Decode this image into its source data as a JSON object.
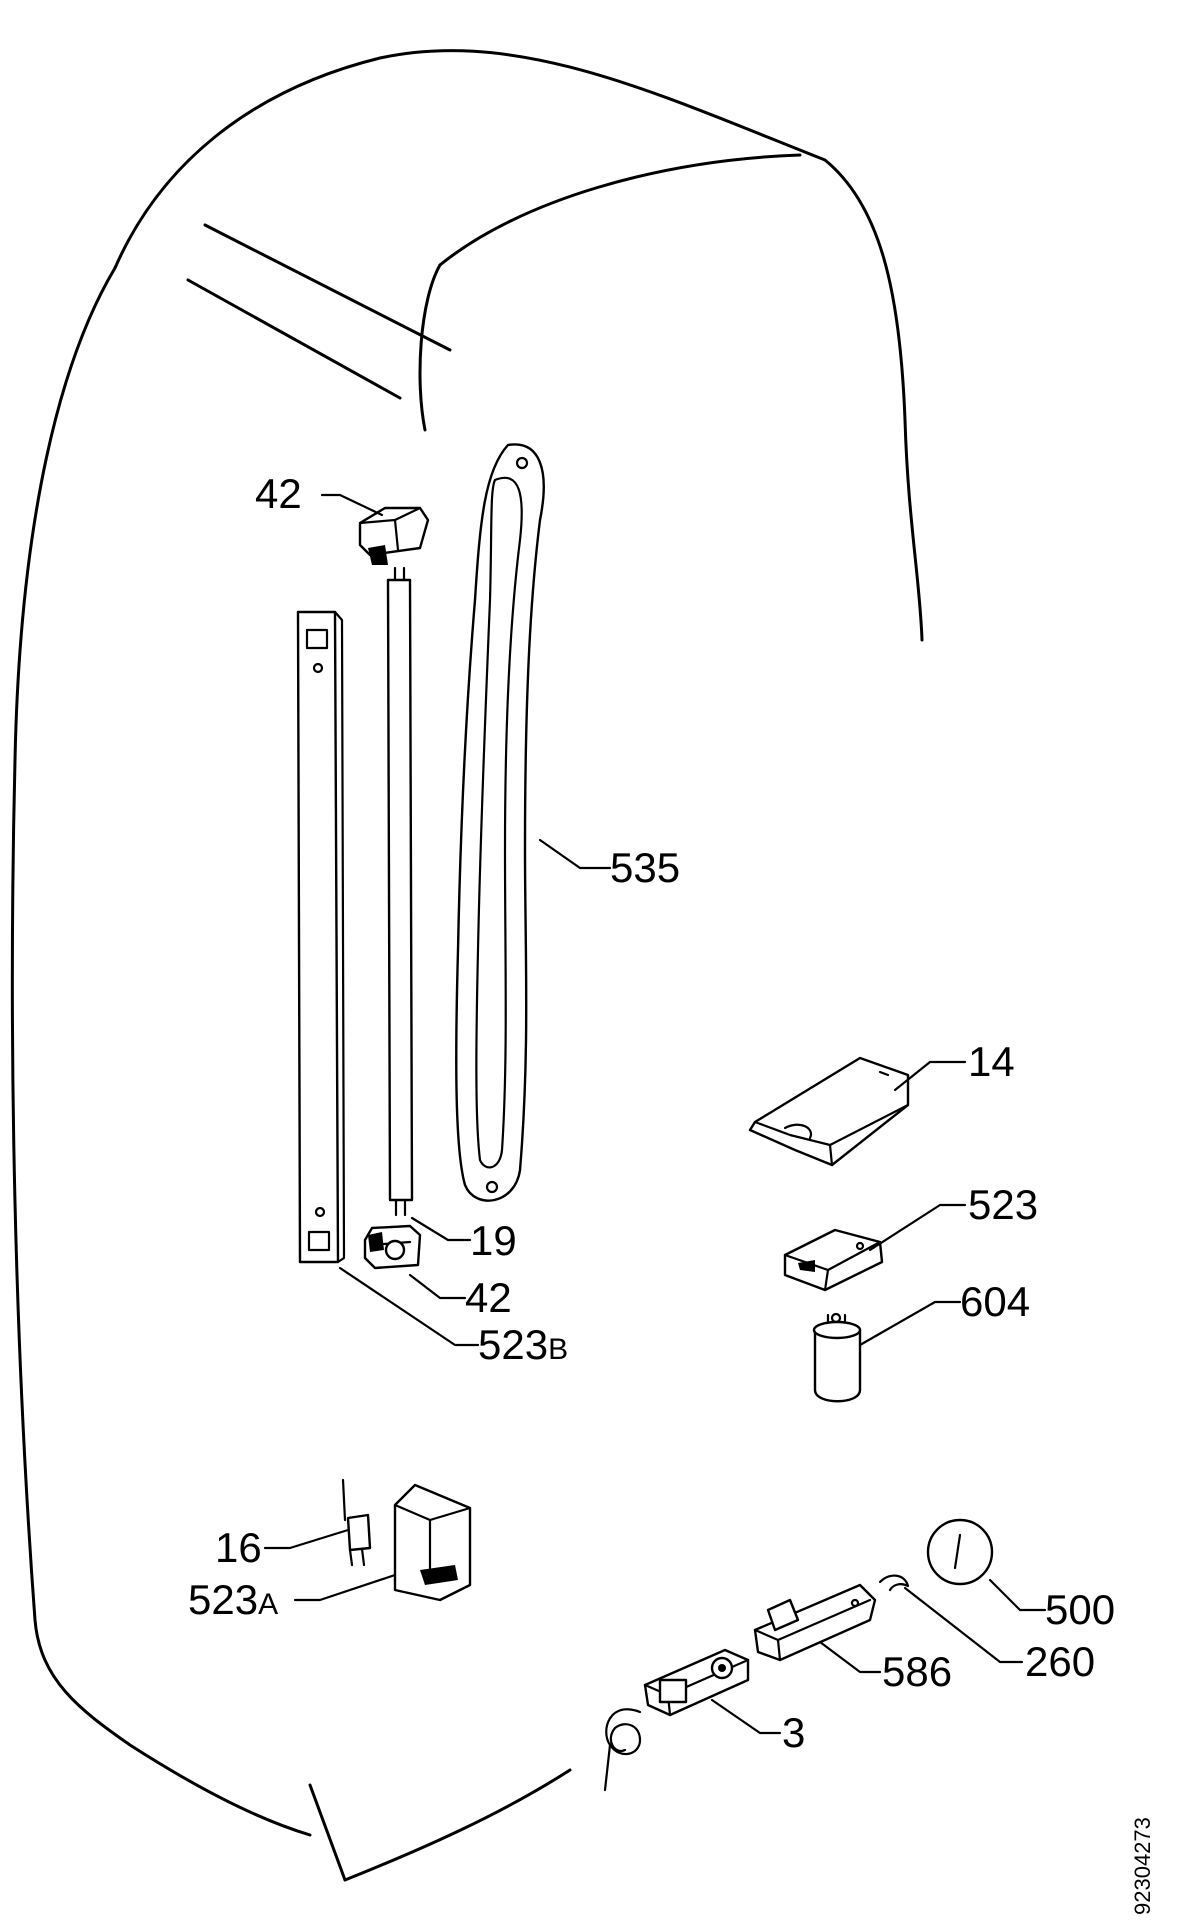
{
  "document_number": "92304273",
  "callouts": [
    {
      "id": "42-top",
      "text": "42",
      "suffix": ""
    },
    {
      "id": "535",
      "text": "535",
      "suffix": ""
    },
    {
      "id": "14",
      "text": "14",
      "suffix": ""
    },
    {
      "id": "523",
      "text": "523",
      "suffix": ""
    },
    {
      "id": "19",
      "text": "19",
      "suffix": ""
    },
    {
      "id": "42-bottom",
      "text": "42",
      "suffix": ""
    },
    {
      "id": "523B",
      "text": "523",
      "suffix": "B"
    },
    {
      "id": "604",
      "text": "604",
      "suffix": ""
    },
    {
      "id": "16",
      "text": "16",
      "suffix": ""
    },
    {
      "id": "523A",
      "text": "523",
      "suffix": "A"
    },
    {
      "id": "500",
      "text": "500",
      "suffix": ""
    },
    {
      "id": "260",
      "text": "260",
      "suffix": ""
    },
    {
      "id": "586",
      "text": "586",
      "suffix": ""
    },
    {
      "id": "3",
      "text": "3",
      "suffix": ""
    }
  ]
}
